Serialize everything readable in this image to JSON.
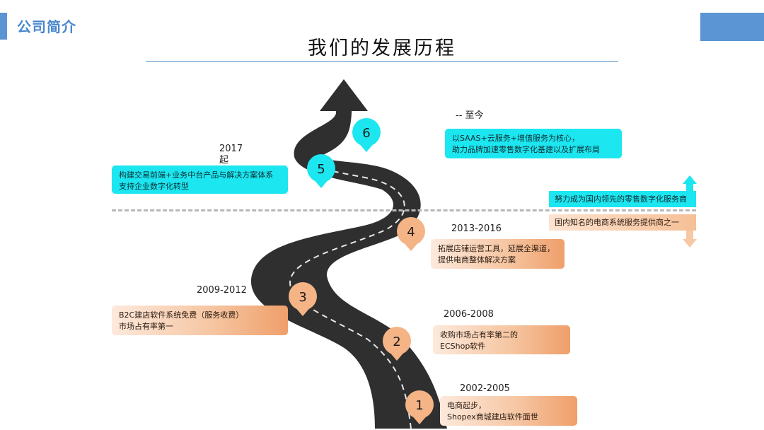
{
  "header": {
    "section_title": "公司简介",
    "main_title": "我们的发展历程"
  },
  "legend": {
    "up_label": "努力成为国内领先的零售数字化服务商",
    "down_label": "国内知名的电商系统服务提供商之一"
  },
  "milestones": [
    {
      "num": "1",
      "year": "2002-2005",
      "text": "电商起步，\nShopex商城建店软件面世"
    },
    {
      "num": "2",
      "year": "2006-2008",
      "text": "收购市场占有率第二的\nECShop软件"
    },
    {
      "num": "3",
      "year": "2009-2012",
      "text": "B2C建店软件系统免费（服务收费）\n市场占有率第一"
    },
    {
      "num": "4",
      "year": "2013-2016",
      "text": "拓展店铺运营工具，延展全渠道，\n提供电商整体解决方案"
    },
    {
      "num": "5",
      "year": "2017\n起",
      "text": "构建交易前端+业务中台产品与解决方案体系\n支持企业数字化转型"
    },
    {
      "num": "6",
      "year": "-- 至今",
      "text": "以SAAS+云服务+增值服务为核心，\n助力品牌加速零售数字化基建以及扩展布局"
    }
  ],
  "colors": {
    "accent_blue": "#5b95d4",
    "cyan": "#1ce6f0",
    "orange": "#ef9f6a",
    "road": "#2f2f2f"
  }
}
